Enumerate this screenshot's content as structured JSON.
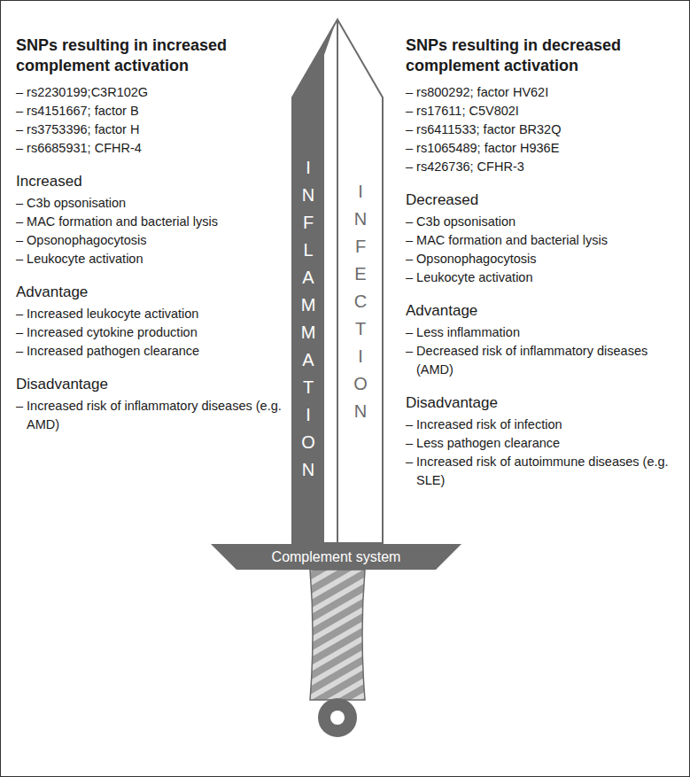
{
  "diagram": {
    "nodes": [
      {
        "text": [
          "INFLAMMATION"
        ]
      },
      {
        "text": [
          "INFECTION"
        ]
      },
      {
        "text": [
          "Complement system"
        ]
      }
    ],
    "labels": [
      "SNPs resulting in increased complement activation",
      "– rs2230199;C3R102G",
      "– rs4151667; factor B",
      "– rs3753396; factor H",
      "– rs6685931; CFHR-4",
      "Increased",
      "– C3b opsonisation",
      "– MAC formation and bacterial lysis",
      "– Opsonophagocytosis",
      "– Leukocyte activation",
      "Advantage",
      "– Increased leukocyte activation",
      "– Increased cytokine production",
      "– Increased pathogen clearance",
      "Disadvantage",
      "– Increased risk of inflammatory diseases (e.g. AMD)",
      "SNPs resulting in decreased complement activation",
      "– rs800292; factor HV62I",
      "– rs17611; C5V802I",
      "– rs6411533; factor BR32Q",
      "– rs1065489; factor H936E",
      "– rs426736; CFHR-3",
      "Decreased",
      "– C3b opsonisation",
      "– MAC formation and bacterial lysis",
      "– Opsonophagocytosis",
      "– Leukocyte activation",
      "Advantage",
      "– Less inflammation",
      "– Decreased risk of inflammatory diseases (AMD)",
      "Disadvantage",
      "– Increased risk of infection",
      "– Less pathogen clearance",
      "– Increased risk of autoimmune diseases (e.g. SLE)"
    ]
  }
}
